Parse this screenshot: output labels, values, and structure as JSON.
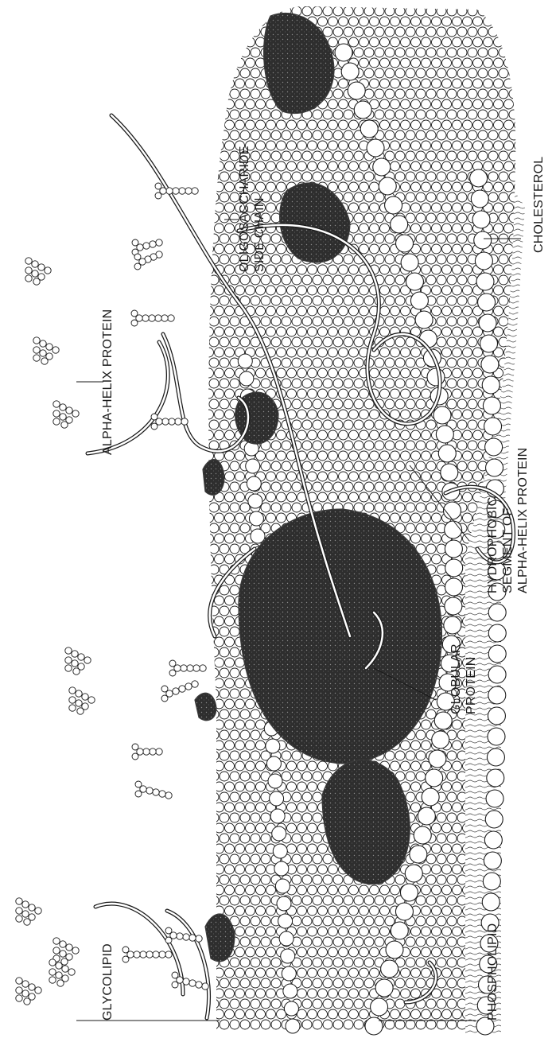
{
  "labels": {
    "glycolipid": "GLYCOLIPID",
    "alpha_helix_protein": "ALPHA-HELIX PROTEIN",
    "oligosaccharide": [
      "OLIGOSACCHARIDE",
      "SIDE CHAIN"
    ],
    "phospholipid": "PHOSPHOLIPID",
    "globular_protein": [
      "GLOBULAR",
      "PROTEIN"
    ],
    "hydrophobic_segment": [
      "HYDROPHOBIC",
      "SEGMENT OF",
      "ALPHA-HELIX PROTEIN"
    ],
    "cholesterol": "CHOLESTEROL"
  },
  "colors": {
    "ink": "#1a1a1a",
    "protein": "#3a3a3a",
    "background": "#ffffff"
  }
}
